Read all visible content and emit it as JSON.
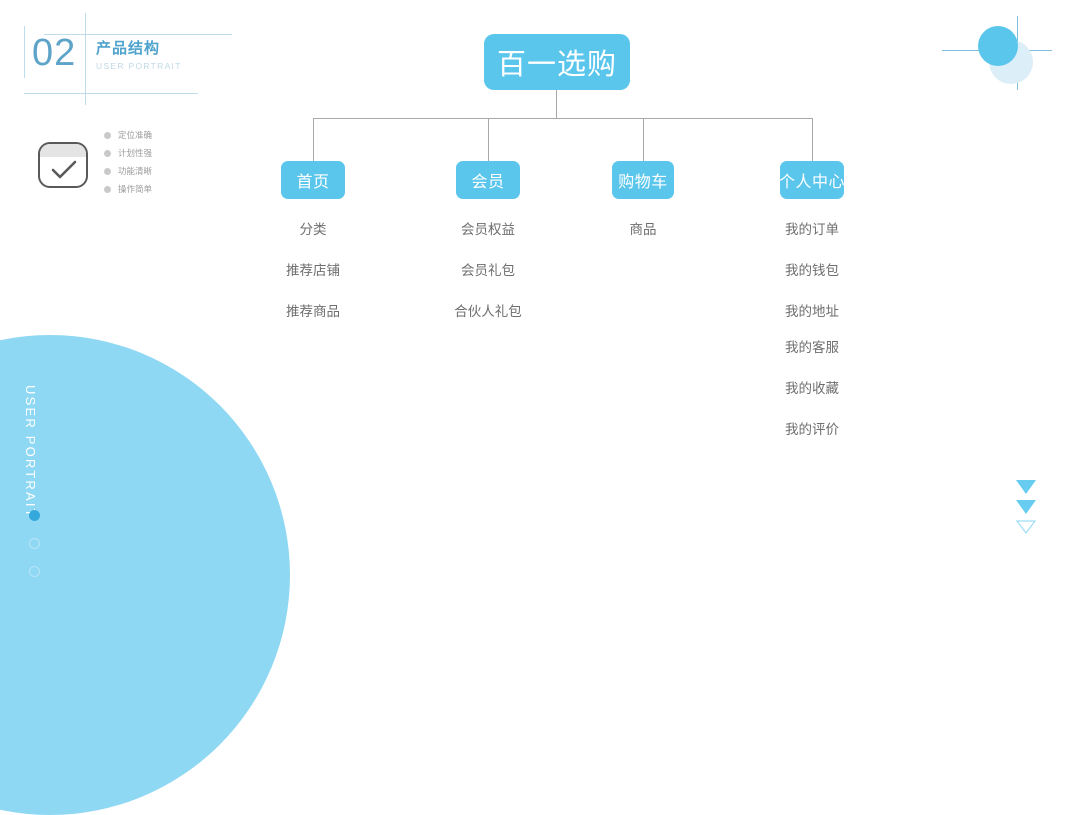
{
  "slide": {
    "section_number": "02",
    "section_title_cn": "产品结构",
    "section_title_en": "USER PORTRAIT",
    "side_label": "USER PORTRAIT",
    "accent_color": "#5BC6EC",
    "accent_pale_color": "#8ED8F3",
    "line_color": "#A8A8A8",
    "text_color": "#6E6E6E"
  },
  "features": {
    "icon": "checkbox-check-icon",
    "items": [
      {
        "label": "定位准确"
      },
      {
        "label": "计划性强"
      },
      {
        "label": "功能清晰"
      },
      {
        "label": "操作简单"
      }
    ]
  },
  "pagination": {
    "dots": [
      {
        "state": "filled"
      },
      {
        "state": "hollow"
      },
      {
        "state": "hollow"
      }
    ]
  },
  "decorations": {
    "top_right": [
      "circle-blue",
      "circle-pale",
      "crosshair-lines"
    ],
    "bottom_right_triangles": [
      {
        "style": "solid"
      },
      {
        "style": "solid"
      },
      {
        "style": "outline"
      }
    ]
  },
  "tree": {
    "root": {
      "label": "百一选购"
    },
    "branches": [
      {
        "label": "首页",
        "leaves": [
          {
            "label": "分类"
          },
          {
            "label": "推荐店铺"
          },
          {
            "label": "推荐商品"
          }
        ]
      },
      {
        "label": "会员",
        "leaves": [
          {
            "label": "会员权益"
          },
          {
            "label": "会员礼包"
          },
          {
            "label": "合伙人礼包"
          }
        ]
      },
      {
        "label": "购物车",
        "leaves": [
          {
            "label": "商品"
          }
        ]
      },
      {
        "label": "个人中心",
        "leaves": [
          {
            "label": "我的订单"
          },
          {
            "label": "我的钱包"
          },
          {
            "label": "我的地址"
          },
          {
            "label": "我的客服"
          },
          {
            "label": "我的收藏"
          },
          {
            "label": "我的评价"
          }
        ]
      }
    ]
  }
}
